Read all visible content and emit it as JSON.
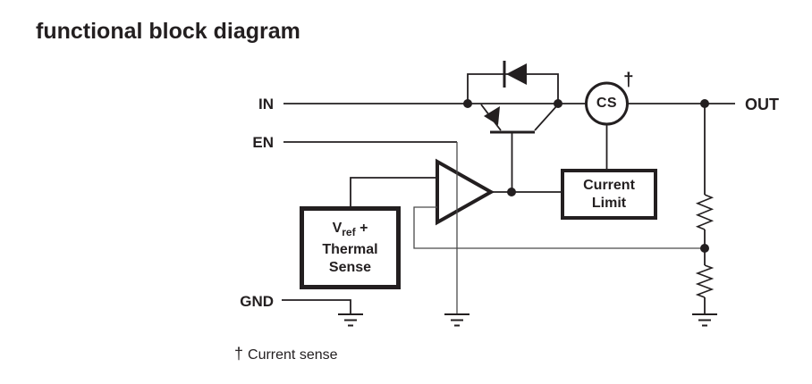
{
  "title": "functional block diagram",
  "pins": {
    "in": "IN",
    "en": "EN",
    "gnd": "GND",
    "out": "OUT"
  },
  "blocks": {
    "current_limit": {
      "line1": "Current",
      "line2": "Limit"
    },
    "vref": {
      "v": "V",
      "sub": "ref",
      "plus": "+",
      "line2": "Thermal",
      "line3": "Sense"
    },
    "current_sense": {
      "label": "CS",
      "dagger": "†"
    }
  },
  "footnote": {
    "dagger": "†",
    "text": "Current sense"
  },
  "colors": {
    "line": "#231f20",
    "thin_line": "#4a4a4a",
    "background": "#ffffff"
  }
}
